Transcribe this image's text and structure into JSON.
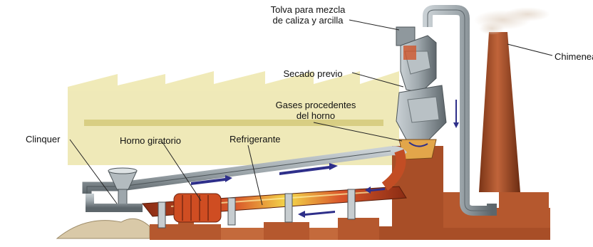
{
  "labels": {
    "tolva_line1": "Tolva para mezcla",
    "tolva_line2": "de caliza y arcilla",
    "chimenea": "Chimenea",
    "secado": "Secado previo",
    "gases_line1": "Gases procedentes",
    "gases_line2": "del horno",
    "clinquer": "Clinquer",
    "horno": "Horno giratorio",
    "refrigerante": "Refrigerante"
  },
  "colors": {
    "brick": "#b5582e",
    "brick_dark": "#7a3416",
    "pipe": "#9ea7ac",
    "pipe_dark": "#5d666b",
    "kiln": "#d2552a",
    "fire": "#f2d23c",
    "flow_arrow": "#2e2f8a",
    "factory": "#e9e2a4"
  }
}
